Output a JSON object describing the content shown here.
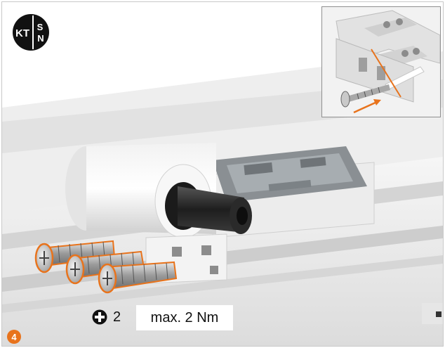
{
  "logo": {
    "left_text": "KT",
    "right_top": "S",
    "right_bottom": "N",
    "icon": "kt-sn-logo-icon"
  },
  "instruction": {
    "screw_count": "2",
    "torque": "max. 2 Nm",
    "step_number": "4",
    "screwdriver_icon": "phillips-screwdriver-icon"
  },
  "colors": {
    "accent": "#e8731c",
    "frame": "#c9c9c9",
    "dark": "#111111"
  }
}
